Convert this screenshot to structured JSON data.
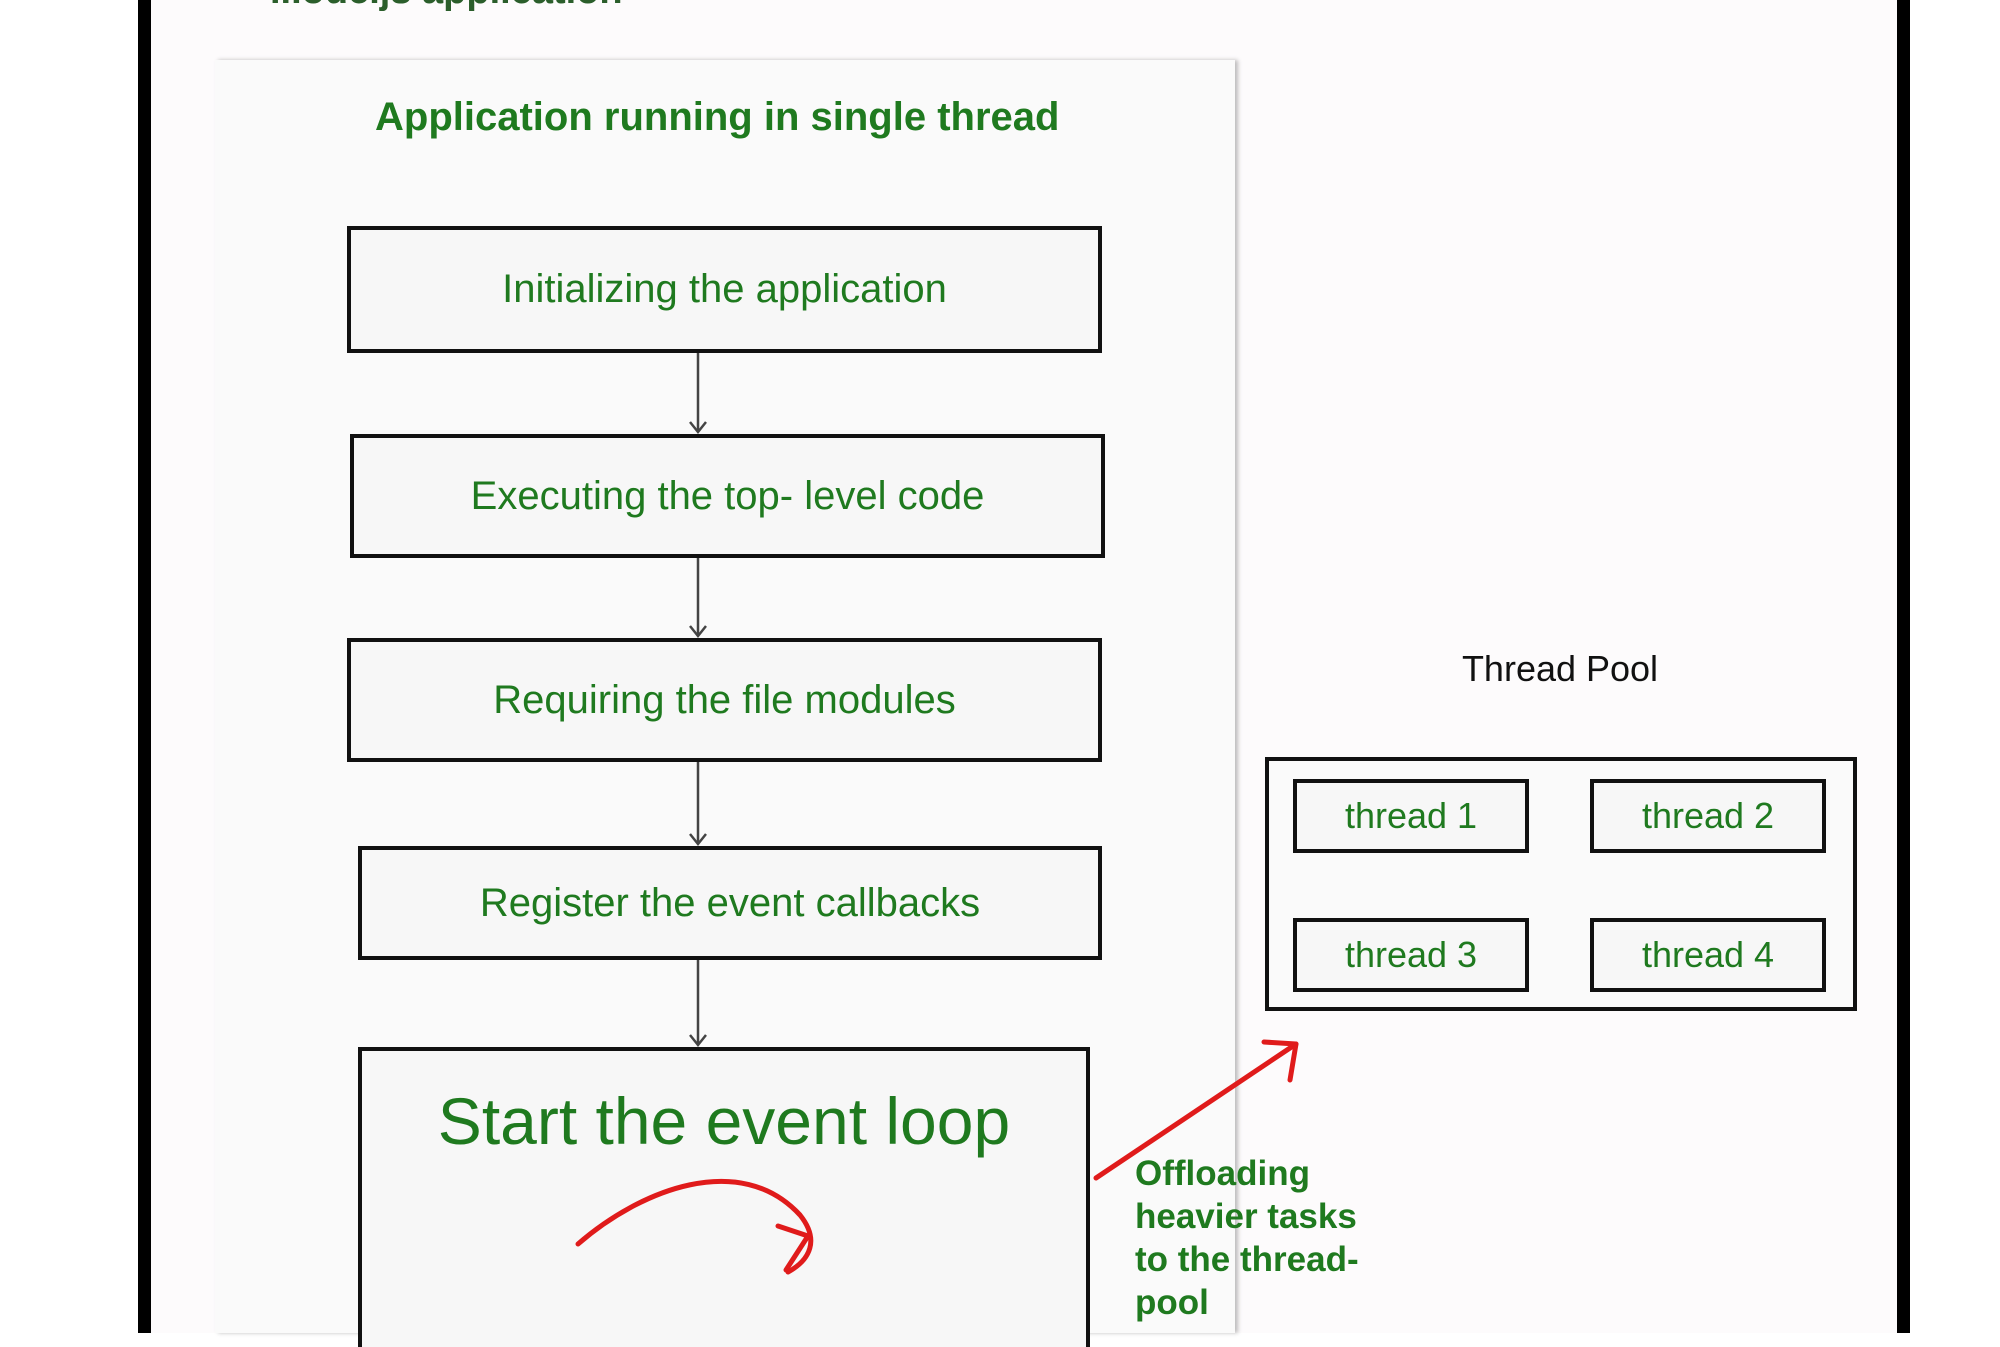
{
  "heading_partial": "...ode.js application",
  "panel_title": "Application running in single thread",
  "steps": [
    {
      "label": "Initializing the application"
    },
    {
      "label": "Executing the top- level code"
    },
    {
      "label": "Requiring the file modules"
    },
    {
      "label": "Register the event callbacks"
    }
  ],
  "event_loop": {
    "label": "Start the event loop"
  },
  "thread_pool": {
    "title": "Thread Pool",
    "threads": [
      {
        "label": "thread 1"
      },
      {
        "label": "thread 2"
      },
      {
        "label": "thread 3"
      },
      {
        "label": "thread 4"
      }
    ]
  },
  "offload_text": "Offloading heavier tasks to the thread-pool",
  "colors": {
    "text_green": "#1f7a1f",
    "arrow_red": "#e01b1b",
    "box_border": "#111111",
    "frame": "#000000"
  }
}
